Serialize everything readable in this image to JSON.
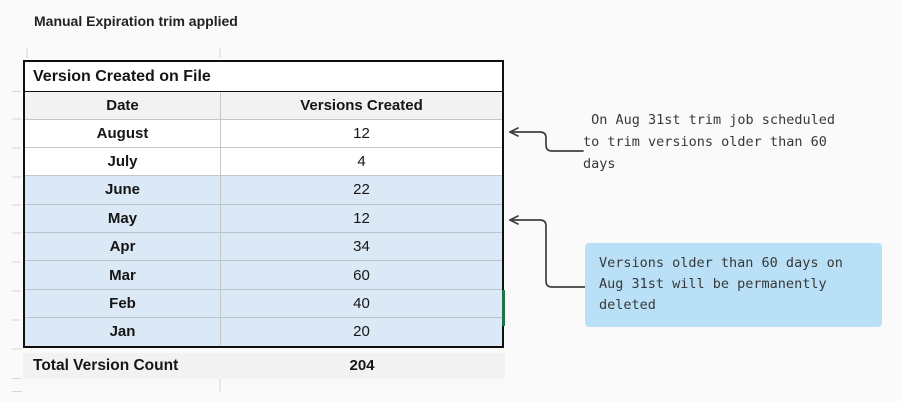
{
  "page": {
    "title": "Manual Expiration trim applied",
    "background_color": "#fafafa"
  },
  "table": {
    "title": "Version Created on File",
    "columns": [
      "Date",
      "Versions Created"
    ],
    "rows": [
      {
        "date": "August",
        "versions": "12",
        "highlighted": false
      },
      {
        "date": "July",
        "versions": "4",
        "highlighted": false
      },
      {
        "date": "June",
        "versions": "22",
        "highlighted": true
      },
      {
        "date": "May",
        "versions": "12",
        "highlighted": true
      },
      {
        "date": "Apr",
        "versions": "34",
        "highlighted": true
      },
      {
        "date": "Mar",
        "versions": "60",
        "highlighted": true
      },
      {
        "date": "Feb",
        "versions": "40",
        "highlighted": true
      },
      {
        "date": "Jan",
        "versions": "20",
        "highlighted": true
      }
    ],
    "total_label": "Total Version Count",
    "total_value": "204",
    "colors": {
      "highlight_row": "#dbe9f6",
      "header_row": "#f2f2f2",
      "border": "#0f0f0f",
      "active_cell_indicator": "#217346"
    }
  },
  "annotations": {
    "note_trim_job": " On Aug 31st trim job scheduled\nto trim versions older than 60\ndays",
    "note_permanent_delete": "Versions older than 60 days on\nAug 31st will be permanently\ndeleted",
    "note_permanent_delete_bg": "#b9e0f6",
    "arrow_color": "#3f3f3f"
  }
}
